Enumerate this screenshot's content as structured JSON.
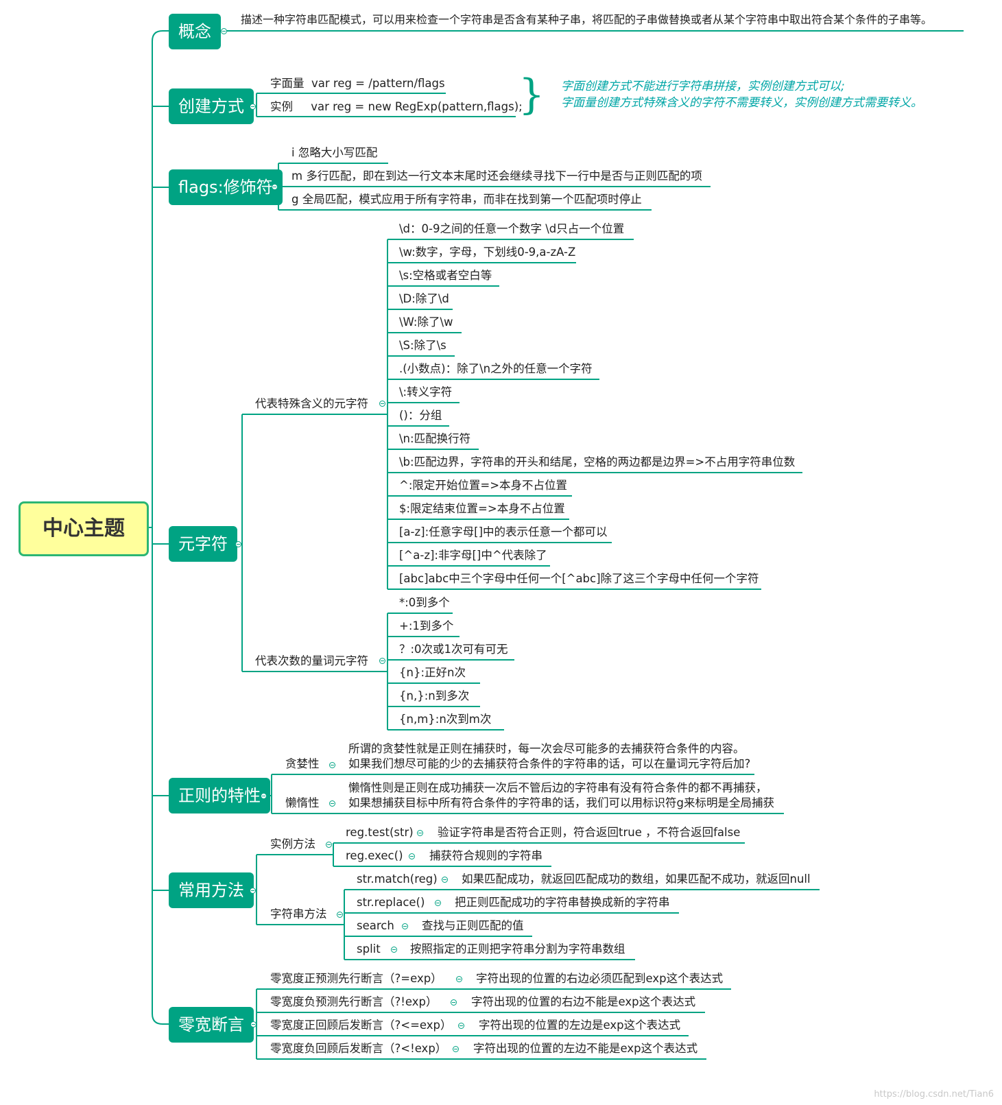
{
  "center": "中心主题",
  "sections": {
    "concept": "概念",
    "create": "创建方式",
    "flags": "flags:修饰符",
    "meta": "元字符",
    "features": "正则的特性",
    "methods": "常用方法",
    "assert": "零宽断言"
  },
  "concept_text": "描述一种字符串匹配模式，可以用来检查一个字符串是否含有某种子串，将匹配的子串做替换或者从某个字符串中取出符合某个条件的子串等。",
  "create": {
    "items": [
      "字面量  var reg = /pattern/flags",
      "实例     var reg = new RegExp(pattern,flags);"
    ],
    "notes": [
      "字面创建方式不能进行字符串拼接，实例创建方式可以;",
      "字面量创建方式特殊含义的字符不需要转义，实例创建方式需要转义。"
    ]
  },
  "flags": [
    "i 忽略大小写匹配",
    "m 多行匹配，即在到达一行文本末尾时还会继续寻找下一行中是否与正则匹配的项",
    "g 全局匹配，模式应用于所有字符串，而非在找到第一个匹配项时停止"
  ],
  "meta": {
    "special_label": "代表特殊含义的元字符",
    "special": [
      "\\d：0-9之间的任意一个数字 \\d只占一个位置",
      "\\w:数字，字母，下划线0-9,a-zA-Z",
      "\\s:空格或者空白等",
      "\\D:除了\\d",
      "\\W:除了\\w",
      "\\S:除了\\s",
      ".(小数点)：除了\\n之外的任意一个字符",
      "\\:转义字符",
      "()：分组",
      "\\n:匹配换行符",
      "\\b:匹配边界，字符串的开头和结尾，空格的两边都是边界=>不占用字符串位数",
      "^:限定开始位置=>本身不占位置",
      "$:限定结束位置=>本身不占位置",
      "[a-z]:任意字母[]中的表示任意一个都可以",
      "[^a-z]:非字母[]中^代表除了",
      "[abc]abc中三个字母中任何一个[^abc]除了这三个字母中任何一个字符"
    ],
    "quant_label": "代表次数的量词元字符",
    "quant": [
      "*:0到多个",
      "+:1到多个",
      "？:0次或1次可有可无",
      "{n}:正好n次",
      "{n,}:n到多次",
      "{n,m}:n次到m次"
    ]
  },
  "features": {
    "greedy_label": "贪婪性",
    "greedy": [
      "所谓的贪婪性就是正则在捕获时，每一次会尽可能多的去捕获符合条件的内容。",
      "如果我们想尽可能的少的去捕获符合条件的字符串的话，可以在量词元字符后加?"
    ],
    "lazy_label": "懒惰性",
    "lazy": [
      "懒惰性则是正则在成功捕获一次后不管后边的字符串有没有符合条件的都不再捕获，",
      "如果想捕获目标中所有符合条件的字符串的话，我们可以用标识符g来标明是全局捕获"
    ]
  },
  "methods": {
    "instance_label": "实例方法",
    "instance": [
      {
        "name": "reg.test(str)",
        "desc": "验证字符串是否符合正则，符合返回true ，不符合返回false"
      },
      {
        "name": "reg.exec()",
        "desc": "捕获符合规则的字符串"
      }
    ],
    "string_label": "字符串方法",
    "string": [
      {
        "name": "str.match(reg)",
        "desc": "如果匹配成功，就返回匹配成功的数组，如果匹配不成功，就返回null"
      },
      {
        "name": "str.replace()",
        "desc": "把正则匹配成功的字符串替换成新的字符串"
      },
      {
        "name": "search",
        "desc": "查找与正则匹配的值"
      },
      {
        "name": "split",
        "desc": "按照指定的正则把字符串分割为字符串数组"
      }
    ]
  },
  "assert": [
    {
      "name": "零宽度正预测先行断言（?=exp）",
      "desc": "字符出现的位置的右边必须匹配到exp这个表达式"
    },
    {
      "name": "零宽度负预测先行断言（?!exp）",
      "desc": "字符出现的位置的右边不能是exp这个表达式"
    },
    {
      "name": "零宽度正回顾后发断言（?<=exp）",
      "desc": "字符出现的位置的左边是exp这个表达式"
    },
    {
      "name": "零宽度负回顾后发断言（?<!exp）",
      "desc": "字符出现的位置的左边不能是exp这个表达式"
    }
  ],
  "watermark": "https://blog.csdn.net/Tian6",
  "colors": {
    "branch": "#00a383",
    "center_fill": "#ffff9c",
    "center_border": "#2bb673",
    "note": "#00a6a6"
  }
}
